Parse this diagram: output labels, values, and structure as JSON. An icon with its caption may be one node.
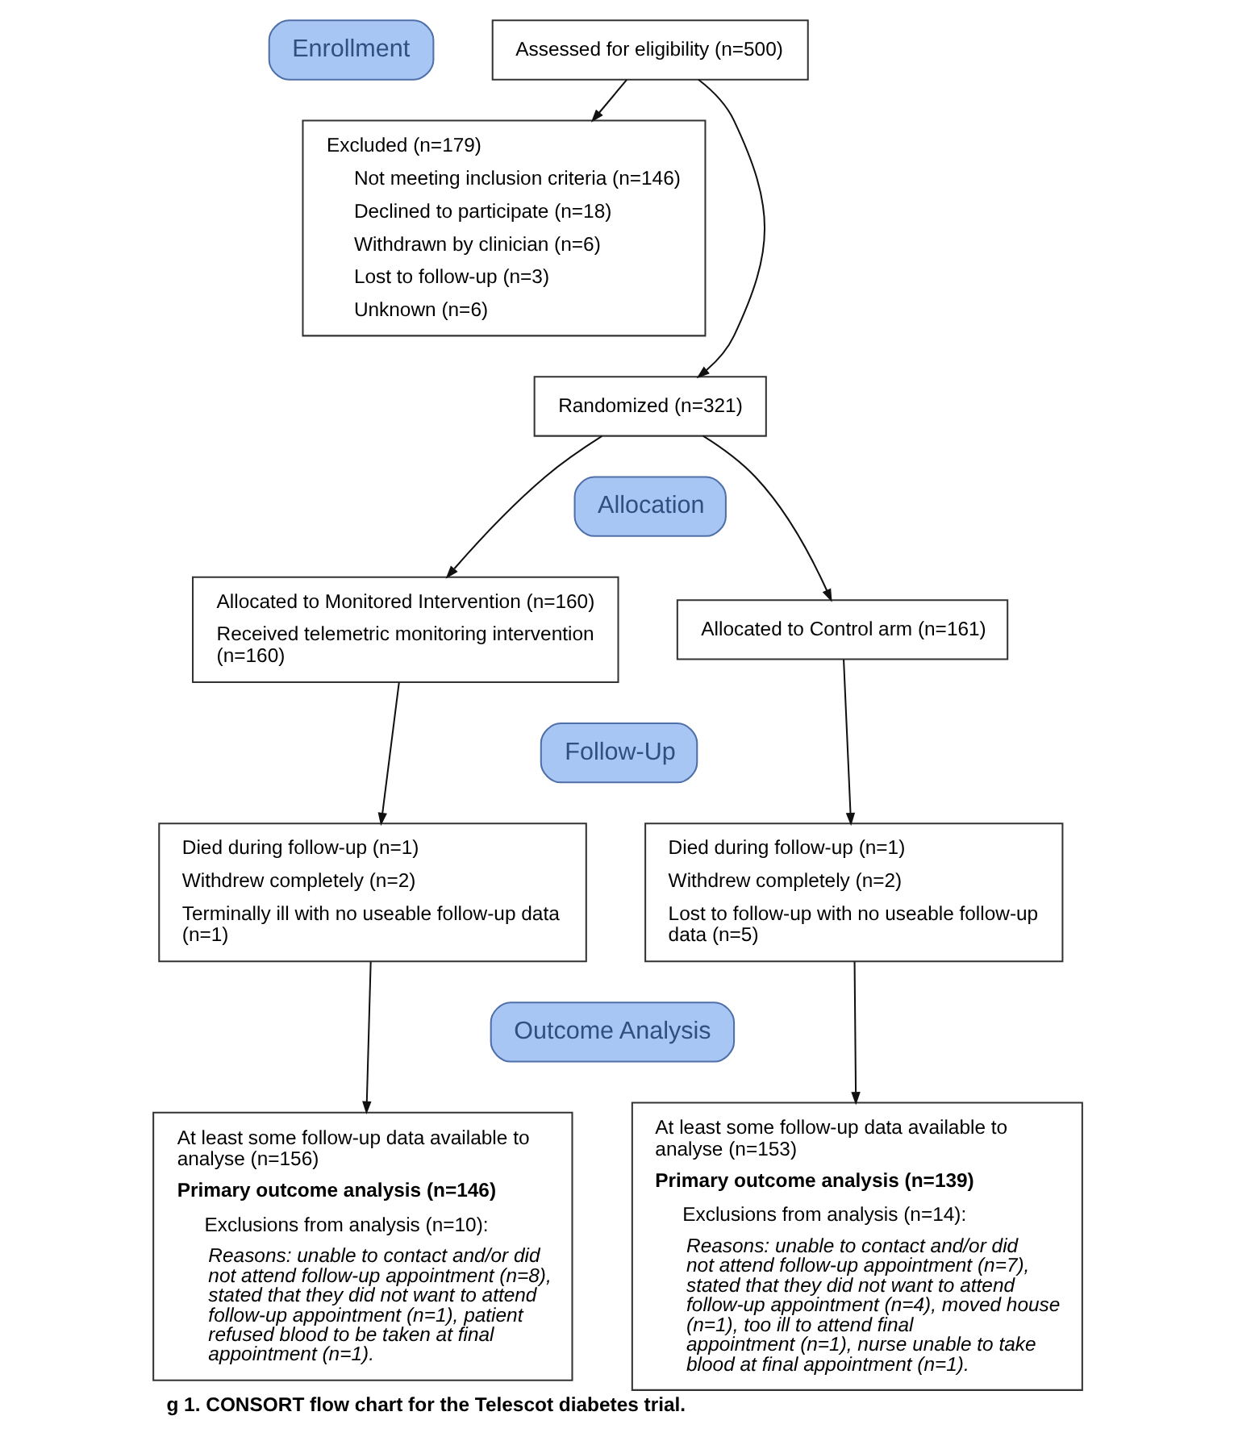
{
  "diagram": {
    "caption": "g 1. CONSORT flow chart for the Telescot diabetes trial.",
    "nodes": [
      {
        "text": [
          "Enrollment"
        ]
      },
      {
        "text": [
          "Assessed for eligibility (n=500)"
        ]
      },
      {
        "text": [
          "Excluded (n=179)",
          "Not meeting inclusion criteria (n=146)",
          "Declined to participate (n=18)",
          "Withdrawn by clinician (n=6)",
          "Lost to follow-up (n=3)",
          "Unknown (n=6)"
        ]
      },
      {
        "text": [
          "Randomized (n=321)"
        ]
      },
      {
        "text": [
          "Allocation"
        ]
      },
      {
        "text": [
          "Allocated to Monitored Intervention (n=160)",
          "Received telemetric monitoring intervention (n=160)"
        ]
      },
      {
        "text": [
          "Allocated to Control arm (n=161)"
        ]
      },
      {
        "text": [
          "Follow-Up"
        ]
      },
      {
        "text": [
          "Died during follow-up (n=1)",
          "Withdrew completely (n=2)",
          "Terminally ill with no useable follow-up data (n=1)"
        ]
      },
      {
        "text": [
          "Died during follow-up (n=1)",
          "Withdrew completely (n=2)",
          "Lost to follow-up with no useable follow-up data (n=5)"
        ]
      },
      {
        "text": [
          "Outcome Analysis"
        ]
      },
      {
        "text": [
          "At least some follow-up data available to analyse (n=156)",
          "Primary outcome analysis (n=146)",
          "Exclusions from analysis (n=10):",
          "Reasons: unable to contact and/or did not attend follow-up appointment (n=8), stated that they did not want to attend follow-up appointment (n=1), patient refused blood to be taken at final appointment (n=1)."
        ]
      },
      {
        "text": [
          "At least some follow-up data available to analyse (n=153)",
          "Primary outcome analysis (n=139)",
          "Exclusions from analysis (n=14):",
          "Reasons: unable to contact and/or did not attend follow-up appointment (n=7), stated that they did not want to attend follow-up appointment (n=4), moved house (n=1), too ill to attend final appointment (n=1), nurse unable to take blood at final appointment (n=1)."
        ]
      }
    ],
    "edges": [
      {
        "from": 1,
        "to": 2,
        "arrow": "to"
      },
      {
        "from": 1,
        "to": 3,
        "arrow": "to"
      },
      {
        "from": 3,
        "to": 5,
        "arrow": "to"
      },
      {
        "from": 3,
        "to": 6,
        "arrow": "to"
      },
      {
        "from": 5,
        "to": 8,
        "arrow": "to"
      },
      {
        "from": 6,
        "to": 9,
        "arrow": "to"
      },
      {
        "from": 8,
        "to": 11,
        "arrow": "to"
      },
      {
        "from": 9,
        "to": 12,
        "arrow": "to"
      }
    ]
  }
}
